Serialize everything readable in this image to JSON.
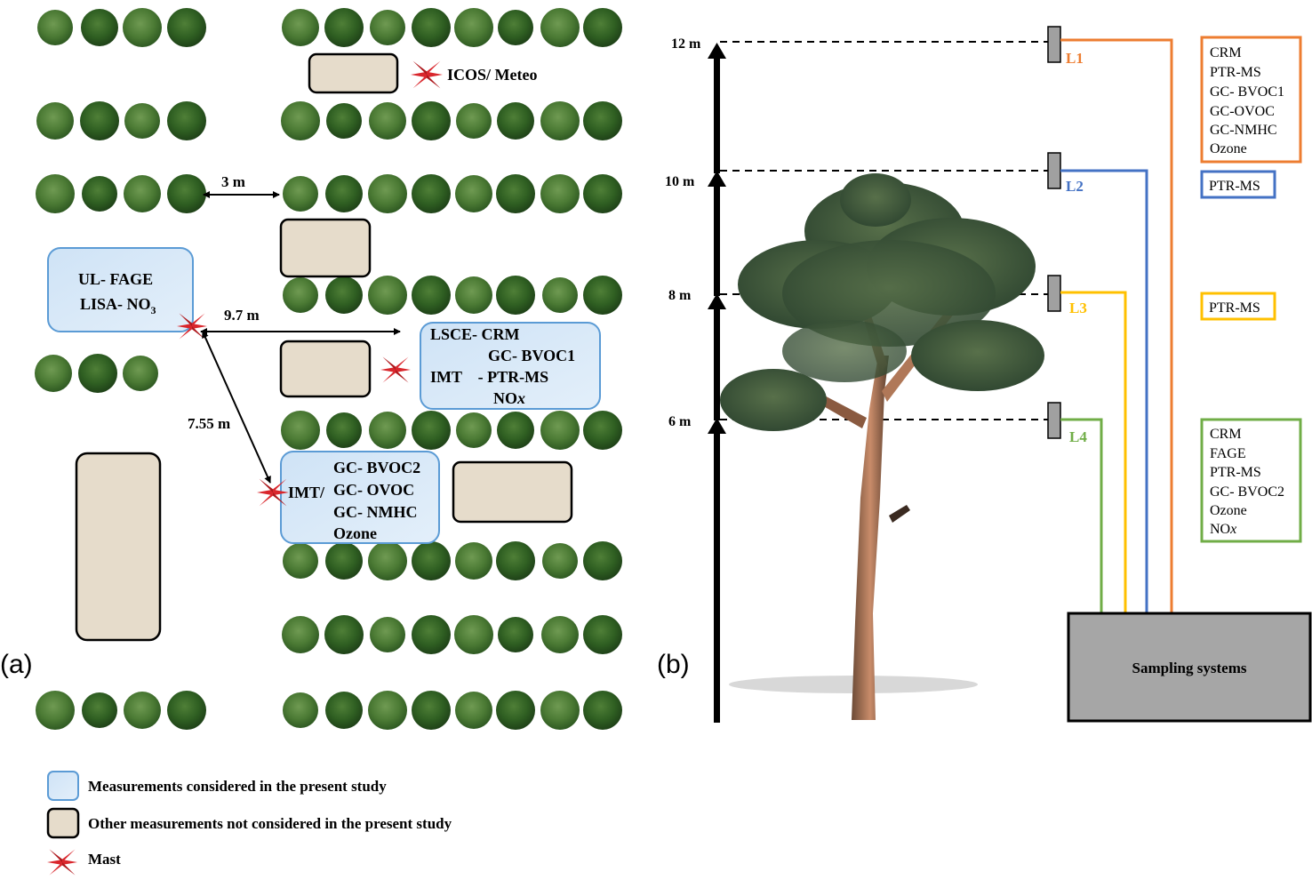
{
  "panel_a": {
    "label": "(a)",
    "icos_label": "ICOS/ Meteo",
    "distances": {
      "tree_gap": "3 m",
      "mast_to_lsce": "9.7 m",
      "mast_to_imt": "7.55 m"
    },
    "stations": {
      "ul_lisa": {
        "line1": "UL- FAGE",
        "line2_main": "LISA- NO",
        "line2_sub": "3"
      },
      "lsce_imt": {
        "line1": "LSCE- CRM",
        "line2": "GC- BVOC1",
        "line3": "IMT    - PTR-MS",
        "line4_main": "NO",
        "line4_italic": "x"
      },
      "imt_gc": {
        "prefix": "IMT/",
        "line1": "GC- BVOC2",
        "line2": "GC- OVOC",
        "line3": "GC- NMHC",
        "line4": "Ozone"
      }
    },
    "legend": [
      {
        "label": "Measurements considered in the present study",
        "icon": "blue-rounded-box-icon"
      },
      {
        "label": "Other measurements not considered in the present study",
        "icon": "beige-rounded-box-icon"
      },
      {
        "label": "Mast",
        "icon": "red-star-mast-icon"
      }
    ]
  },
  "panel_b": {
    "label": "(b)",
    "heights": [
      "12 m",
      "10 m",
      "8 m",
      "6 m"
    ],
    "levels": [
      {
        "id": "L1",
        "color": "#ED7D31",
        "instruments": [
          "CRM",
          "PTR-MS",
          "GC- BVOC1",
          "GC-OVOC",
          "GC-NMHC",
          "Ozone"
        ]
      },
      {
        "id": "L2",
        "color": "#4472C4",
        "instruments": [
          "PTR-MS"
        ]
      },
      {
        "id": "L3",
        "color": "#FFC000",
        "instruments": [
          "PTR-MS"
        ]
      },
      {
        "id": "L4",
        "color": "#70AD47",
        "instruments": [
          "CRM",
          "FAGE",
          "PTR-MS",
          "GC- BVOC2",
          "Ozone",
          "NOx"
        ]
      }
    ],
    "l4_last_main": "NO",
    "l4_last_italic": "x",
    "sampling_box": "Sampling systems"
  },
  "colors": {
    "measure_fill": "#d6e8f8",
    "measure_stroke": "#5b9bd5",
    "other_fill": "#e6dccb",
    "mast_red": "#d9262c",
    "sampling_fill": "#a6a6a6"
  }
}
